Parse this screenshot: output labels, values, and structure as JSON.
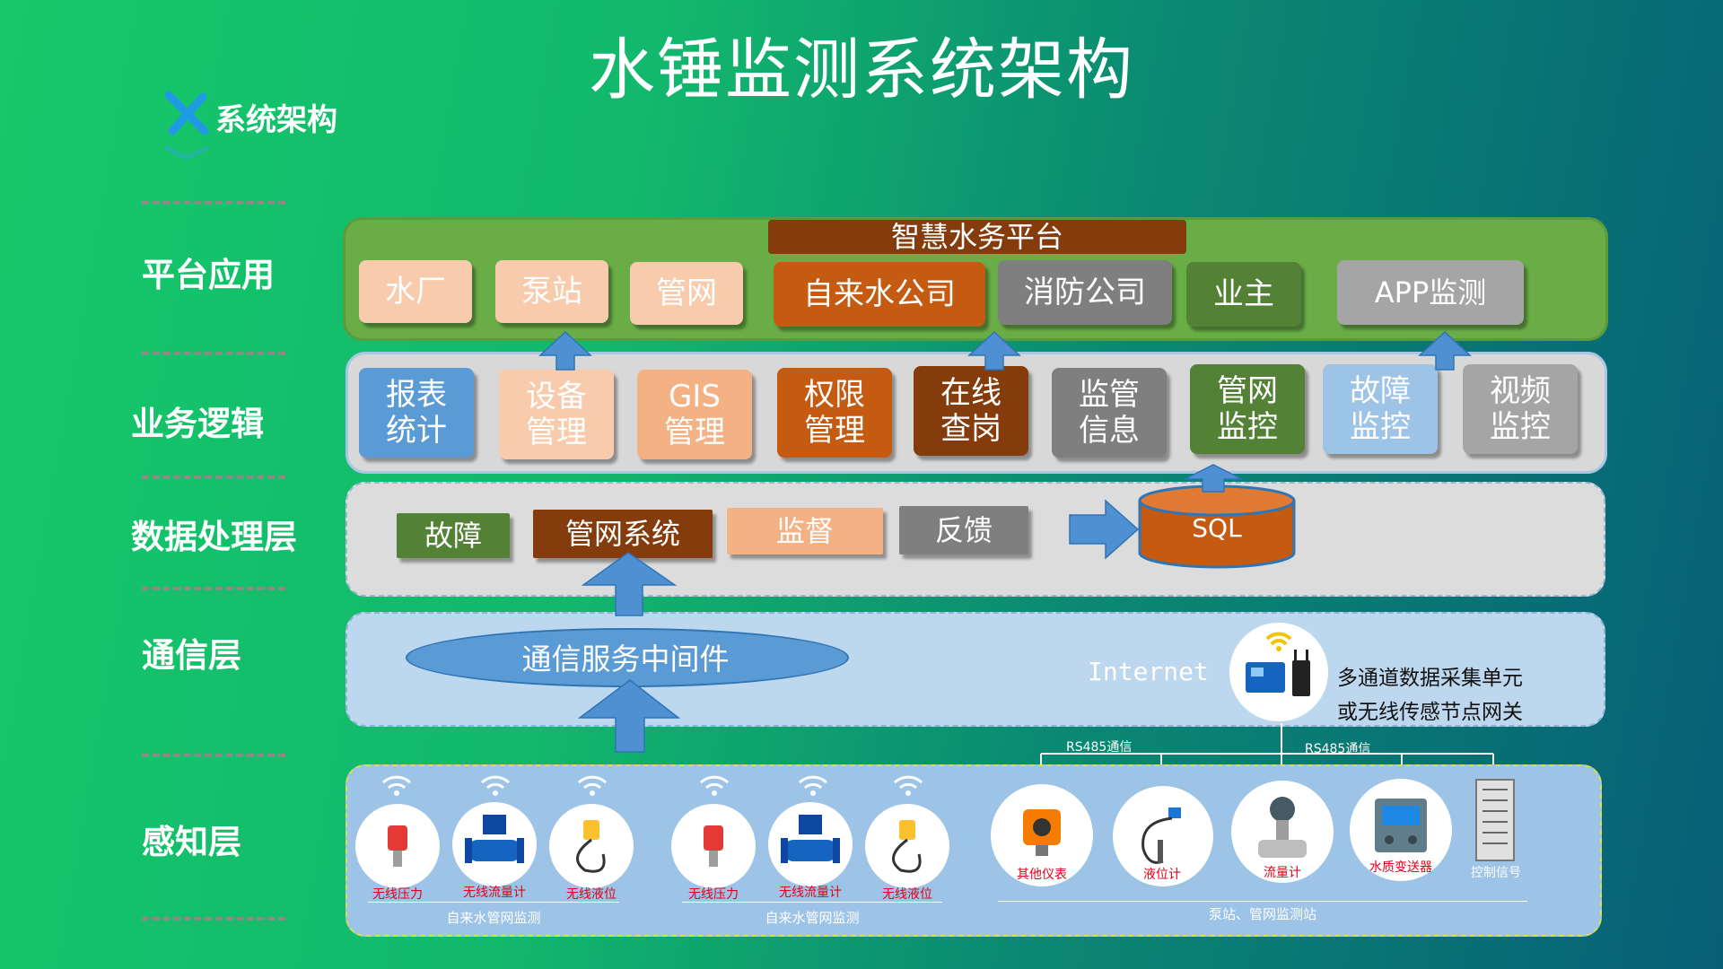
{
  "title": "水锤监测系统架构",
  "logo_label": "系统架构",
  "layers": {
    "platform": "平台应用",
    "business": "业务逻辑",
    "data": "数据处理层",
    "comm": "通信层",
    "sense": "感知层"
  },
  "platform": {
    "header": "智慧水务平台",
    "items": [
      "水厂",
      "泵站",
      "管网",
      "自来水公司",
      "消防公司",
      "业主",
      "APP监测"
    ]
  },
  "business": {
    "items": [
      "报表\n统计",
      "设备\n管理",
      "GIS\n管理",
      "权限\n管理",
      "在线\n查岗",
      "监管\n信息",
      "管网\n监控",
      "故障\n监控",
      "视频\n监控"
    ]
  },
  "data_layer": {
    "items": [
      "故障",
      "管网系统",
      "监督",
      "反馈"
    ],
    "db": "SQL"
  },
  "comm": {
    "middleware": "通信服务中间件",
    "internet": "Internet",
    "gateway_line1": "多通道数据采集单元",
    "gateway_line2": "或无线传感节点网关"
  },
  "sense": {
    "rs485_left": "RS485通信",
    "rs485_right": "RS485通信",
    "group1_items": [
      "无线压力",
      "无线流量计",
      "无线液位"
    ],
    "group1_label": "自来水管网监测",
    "group2_items": [
      "无线压力",
      "无线流量计",
      "无线液位"
    ],
    "group2_label": "自来水管网监测",
    "station_items": [
      "其他仪表",
      "液位计",
      "流量计",
      "水质变送器",
      "控制信号"
    ],
    "station_label": "泵站、管网监测站"
  },
  "colors": {
    "platform_panel": "#6aad47",
    "business_panel": "#d8d8d8",
    "data_panel": "#dcdcdc",
    "comm_panel": "#bdd7ee",
    "sense_panel": "#9dc3e6",
    "arrow": "#4e90d2"
  }
}
